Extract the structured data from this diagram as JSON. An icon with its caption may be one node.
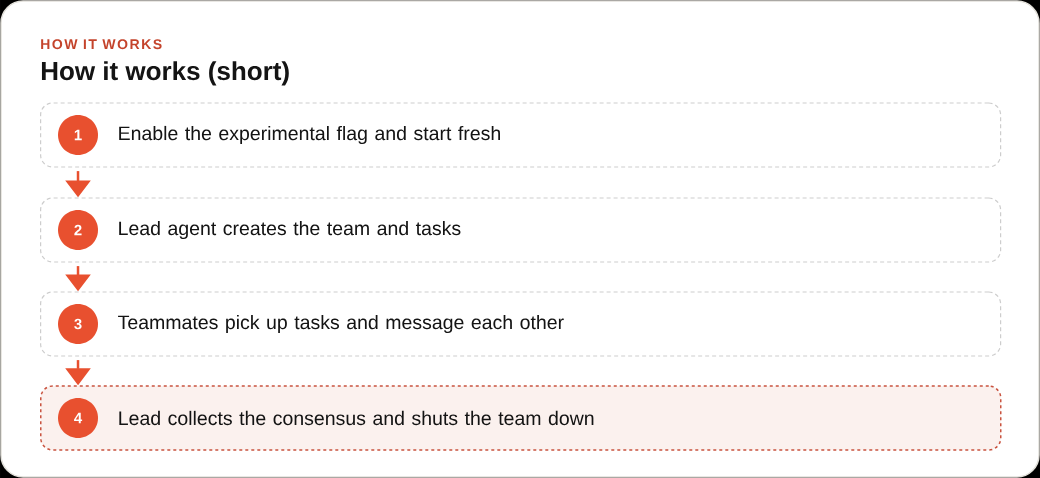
{
  "diagram": {
    "title": "How it works (short)",
    "nodes": [
      {
        "text": [
          "Enable the experimental flag and start fresh"
        ]
      },
      {
        "text": [
          "1"
        ],
        "in": 0
      },
      {
        "text": [
          "Lead agent creates the team and tasks"
        ]
      },
      {
        "text": [
          "2"
        ],
        "in": 2
      },
      {
        "text": [
          "Teammates pick up tasks and message each other"
        ]
      },
      {
        "text": [
          "3"
        ],
        "in": 4
      },
      {
        "text": [
          "Lead collects the consensus and shuts the team down"
        ]
      },
      {
        "text": [
          "4"
        ],
        "in": 6
      }
    ],
    "edges": [
      {
        "from": 0,
        "to": 2,
        "arrow": "to"
      },
      {
        "from": 2,
        "to": 4,
        "arrow": "to"
      },
      {
        "from": 4,
        "to": 6,
        "arrow": "to"
      }
    ],
    "labels": [
      "HOW IT WORKS"
    ]
  }
}
